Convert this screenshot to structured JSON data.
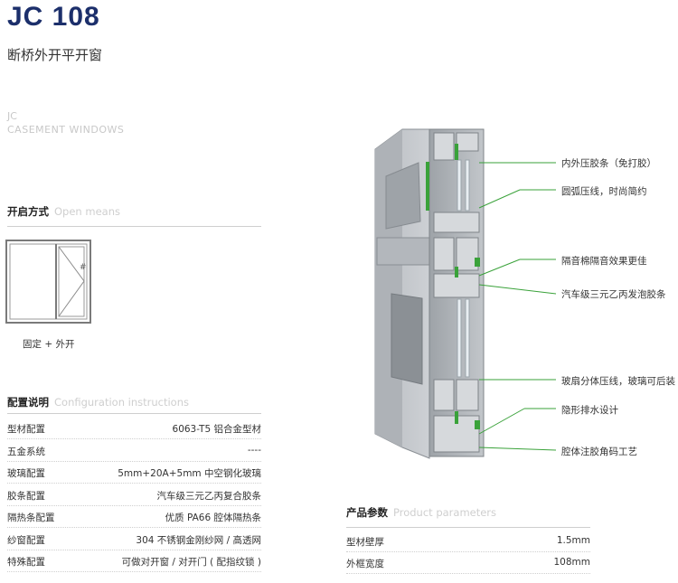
{
  "header": {
    "model": "JC 108",
    "subtitle": "断桥外开平开窗",
    "series_en_line1": "JC",
    "series_en_line2": "CASEMENT WINDOWS"
  },
  "open_means": {
    "title_cn": "开启方式",
    "title_en": "Open means",
    "caption": "固定 + 外开",
    "handle_mark": "#"
  },
  "config": {
    "title_cn": "配置说明",
    "title_en": "Configuration instructions",
    "rows": [
      {
        "key": "型材配置",
        "value": "6063-T5 铝合金型材"
      },
      {
        "key": "五金系统",
        "value": "----"
      },
      {
        "key": "玻璃配置",
        "value": "5mm+20A+5mm 中空钢化玻璃"
      },
      {
        "key": "胶条配置",
        "value": "汽车级三元乙丙复合胶条"
      },
      {
        "key": "隔热条配置",
        "value": "优质 PA66 腔体隔热条"
      },
      {
        "key": "纱窗配置",
        "value": "304 不锈钢金刚纱网 / 高透网"
      },
      {
        "key": "特殊配置",
        "value": "可做对开窗 / 对开门 ( 配指纹锁 )"
      }
    ]
  },
  "callouts": [
    "内外压胶条（免打胶）",
    "圆弧压线，时尚简约",
    "隔音棉隔音效果更佳",
    "汽车级三元乙丙发泡胶条",
    "玻扇分体压线，玻璃可后装",
    "隐形排水设计",
    "腔体注胶角码工艺"
  ],
  "params": {
    "title_cn": "产品参数",
    "title_en": "Product parameters",
    "rows": [
      {
        "key": "型材壁厚",
        "value": "1.5mm"
      },
      {
        "key": "外框宽度",
        "value": "108mm"
      }
    ]
  },
  "colors": {
    "brand": "#1c2f6b",
    "profile_light": "#c9ccd0",
    "profile_mid": "#a9adb2",
    "profile_dark": "#7f8489",
    "gasket_green": "#3aa23a"
  }
}
